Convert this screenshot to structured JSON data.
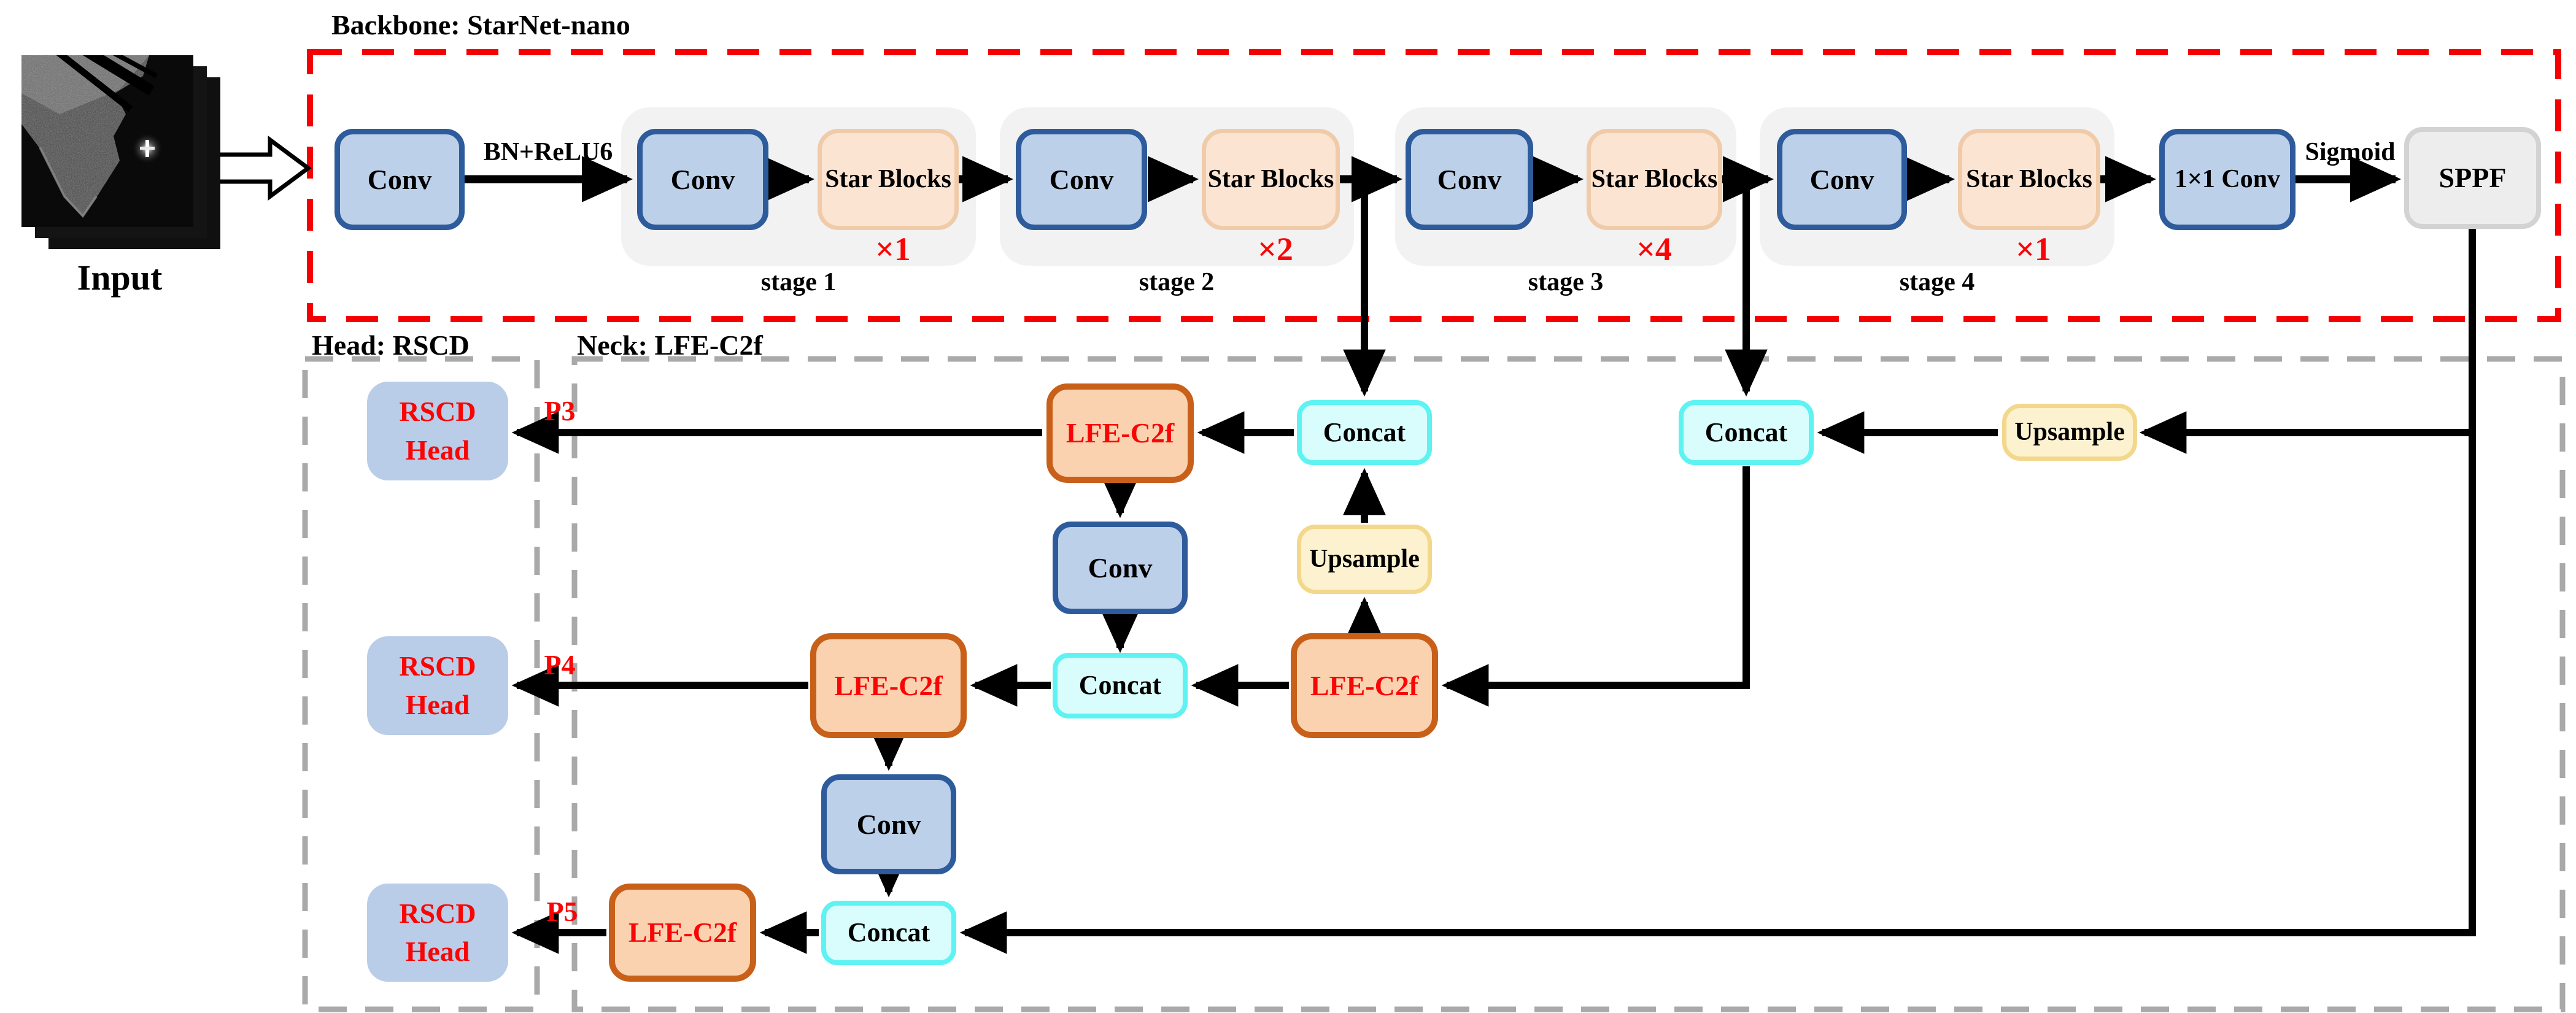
{
  "titles": {
    "backbone": "Backbone: StarNet-nano",
    "head": "Head: RSCD",
    "neck": "Neck: LFE-C2f"
  },
  "input": {
    "label": "Input"
  },
  "backbone": {
    "stem_conv": "Conv",
    "stem_activation": "BN+ReLU6",
    "stages": [
      {
        "name": "stage 1",
        "conv": "Conv",
        "star": "Star Blocks",
        "repeat": "×1"
      },
      {
        "name": "stage 2",
        "conv": "Conv",
        "star": "Star Blocks",
        "repeat": "×2"
      },
      {
        "name": "stage 3",
        "conv": "Conv",
        "star": "Star Blocks",
        "repeat": "×4"
      },
      {
        "name": "stage 4",
        "conv": "Conv",
        "star": "Star Blocks",
        "repeat": "×1"
      }
    ],
    "final_conv": "1×1 Conv",
    "final_activation": "Sigmoid",
    "sppf": "SPPF"
  },
  "neck": {
    "lfe_p3": "LFE-C2f",
    "concat_p3": "Concat",
    "concat_mid_top": "Concat",
    "upsample_top": "Upsample",
    "conv_p3_down": "Conv",
    "lfe_p4": "LFE-C2f",
    "concat_p4": "Concat",
    "lfe_mid": "LFE-C2f",
    "upsample_mid": "Upsample",
    "conv_p4_down": "Conv",
    "concat_p5": "Concat",
    "lfe_p5": "LFE-C2f"
  },
  "head": {
    "head_p3": "RSCD Head",
    "head_p4": "RSCD Head",
    "head_p5": "RSCD Head",
    "p3_label": "P3",
    "p4_label": "P4",
    "p5_label": "P5"
  },
  "colors": {
    "accent_red": "#f50002",
    "label_red": "#fa0505",
    "box_blue_fill": "#bdd0e9",
    "box_blue_border": "#2e5b9b",
    "star_fill": "#fbe4d2",
    "star_border": "#f0cba9",
    "lfe_fill": "#fbd2b0",
    "lfe_border": "#c8601a",
    "concat_fill": "#d9fdfd",
    "concat_border": "#5ef2f2",
    "upsample_fill": "#fdf2cf",
    "upsample_border": "#f3d78b",
    "sppf_fill": "#ededed",
    "sppf_border": "#d3d3d3",
    "head_fill": "#b9cde8",
    "stage_bg": "#f2f2f2",
    "dash_gray": "#a9a9a9",
    "arrow_black": "#000000"
  }
}
